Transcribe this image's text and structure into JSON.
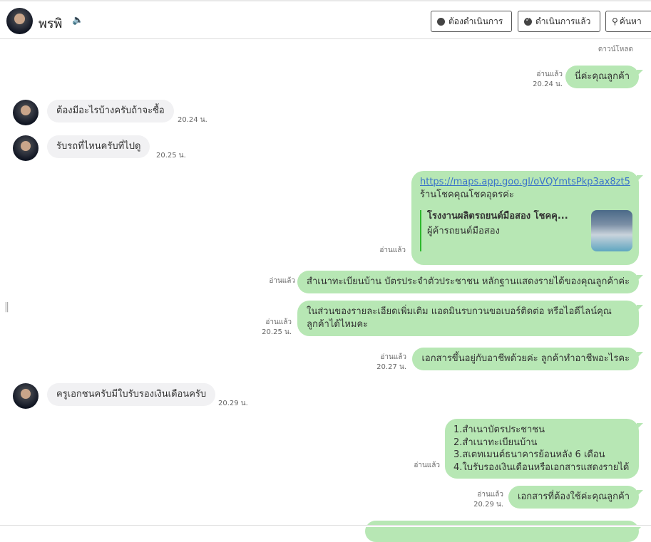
{
  "header": {
    "title": "พรพิ",
    "buttons": {
      "todo": "ต้องดำเนินการ",
      "done": "ดำเนินการแล้ว",
      "search": "ค้นหา"
    }
  },
  "chat": {
    "download": "ดาวน์โหลด",
    "messages": [
      {
        "side": "right",
        "text": "นี่ค่ะคุณลูกค้า",
        "read": "อ่านแล้ว",
        "time": "20.24 น."
      },
      {
        "side": "left",
        "text": "ต้องมีอะไรบ้างครับถ้าจะซื้อ",
        "time": "20.24 น."
      },
      {
        "side": "left",
        "text": "รับรถที่ไหนครับที่ไปดู",
        "time": "20.25 น."
      },
      {
        "side": "right",
        "link": "https://maps.app.goo.gl/oVQYmtsPkp3ax8zt5",
        "text": "ร้านโชคคุณโชคอุดรค่ะ",
        "card_title": "โรงงานผลิตรถยนต์มือสอง โชคคุ...",
        "card_subtitle": "ผู้ค้ารถยนต์มือสอง",
        "read": "อ่านแล้ว"
      },
      {
        "side": "right",
        "text": "สำเนาทะเบียนบ้าน บัตรประจำตัวประชาชน หลักฐานแสดงรายได้ของคุณลูกค้าค่ะ",
        "read": "อ่านแล้ว"
      },
      {
        "side": "right",
        "line1": "ในส่วนของรายละเอียดเพิ่มเติม แอดมินรบกวนขอเบอร์ติดต่อ หรือไอดีไลน์คุณ",
        "line2": "ลูกค้าได้ไหมคะ",
        "read": "อ่านแล้ว",
        "time": "20.25 น."
      },
      {
        "side": "right",
        "text": "เอกสารขึ้นอยู่กับอาชีพด้วยค่ะ ลูกค้าทำอาชีพอะไรคะ",
        "read": "อ่านแล้ว",
        "time": "20.27 น."
      },
      {
        "side": "left",
        "text": "ครูเอกชนครับมีใบรับรองเงินเดือนครับ",
        "time": "20.29 น."
      },
      {
        "side": "right",
        "lines": [
          "1.สำเนาบัตรประชาชน",
          "2.สำเนาทะเบียนบ้าน",
          "3.สเตทเมนต์ธนาคารย้อนหลัง 6 เดือน",
          "4.ใบรับรองเงินเดือนหรือเอกสารแสดงรายได้"
        ],
        "read": "อ่านแล้ว"
      },
      {
        "side": "right",
        "text": "เอกสารที่ต้องใช้ค่ะคุณลูกค้า",
        "read": "อ่านแล้ว",
        "time": "20.29 น."
      }
    ]
  },
  "colors": {
    "outgoing_bubble": "#b7e7b4",
    "incoming_bubble": "#f1f1f3",
    "link": "#3a73c9"
  }
}
